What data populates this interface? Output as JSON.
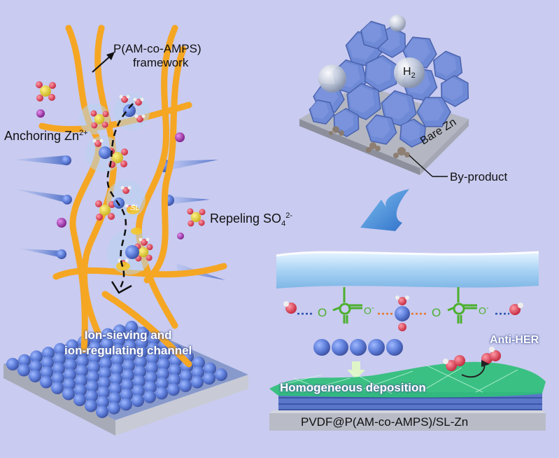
{
  "labels": {
    "framework_line1": "P(AM-co-AMPS)",
    "framework_line2": "framework",
    "anchoring": "Anchoring Zn",
    "anchoring_sup": "2+",
    "repeling": "Repeling SO",
    "repeling_sub": "4",
    "repeling_sup": "2-",
    "sl": "SL",
    "channel_line1": "Ion-sieving and",
    "channel_line2": "ion-regulating channel",
    "h2": "H",
    "h2_sub": "2",
    "bare_zn": "Bare Zn",
    "by_product": "By-product",
    "o_minus_1": "O",
    "o_minus_2": "O",
    "anti_her": "Anti-HER",
    "homogeneous": "Homogeneous deposition",
    "bottom_label": "PVDF@P(AM-co-AMPS)/SL-Zn"
  },
  "colors": {
    "background": "#c9cbf0",
    "framework": "#f5a623",
    "zn_ion": "#4f7bd1",
    "sulfur": "#e8d22e",
    "oxygen": "#d9364a",
    "sulfate_s": "#d8d23a",
    "purple": "#a02aa8",
    "green_bond": "#4caf2e",
    "gel": "#a9d6f5",
    "zn_surface": "#6e89d6",
    "deposition_film": "#2fbf7a"
  }
}
